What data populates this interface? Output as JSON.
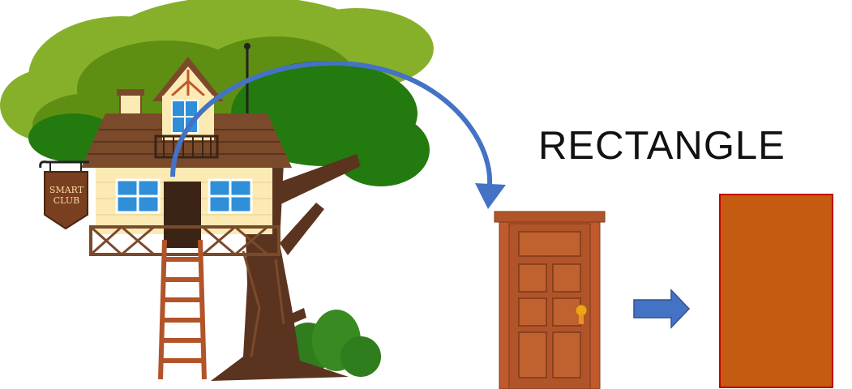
{
  "label": {
    "text": "RECTANGLE"
  },
  "sign": {
    "line1": "SMART",
    "line2": "CLUB"
  },
  "colors": {
    "foliage_light": "#86b02a",
    "foliage_mid": "#5f8f12",
    "foliage_dark": "#237a0f",
    "trunk": "#5b3420",
    "house_wall": "#fbeab3",
    "roof": "#7a4a2b",
    "window": "#2f8fd8",
    "door": "#b2542a",
    "door_frame": "#c0592b",
    "rectangle_fill": "#c55a11",
    "rectangle_stroke": "#c00000",
    "arrow": "#4472c4"
  },
  "icons": [
    "tree-house-illustration",
    "door-illustration",
    "curved-arrow",
    "right-arrow",
    "rectangle-shape"
  ]
}
